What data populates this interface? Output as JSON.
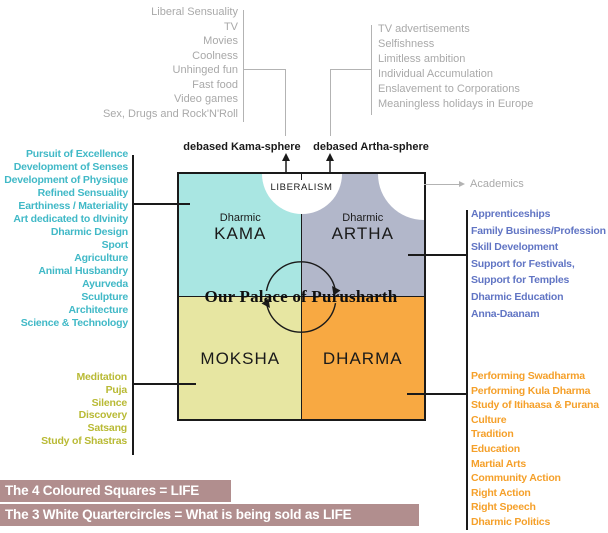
{
  "palette": {
    "kama_fill": "#a9e6e2",
    "artha_fill": "#b2b7ca",
    "moksha_fill": "#e7e6a2",
    "dharma_fill": "#f8a942",
    "kama_text": "#41b9c7",
    "artha_text": "#6175c4",
    "moksha_text": "#b9ba35",
    "dharma_text": "#f5a02a",
    "gray_text": "#a9a9a9",
    "line_black": "#1a1a1a",
    "legend_bg": "#b18e8e",
    "quartercircle_fill": "#ffffff"
  },
  "top_left_list": {
    "items": [
      "Liberal Sensuality",
      "TV",
      "Movies",
      "Coolness",
      "Unhinged fun",
      "Fast food",
      "Video games",
      "Sex, Drugs and Rock'N'Roll"
    ]
  },
  "top_right_list": {
    "items": [
      "TV advertisements",
      "Selfishness",
      "Limitless ambition",
      "Individual Accumulation",
      "Enslavement to Corporations",
      "Meaningless holidays in Europe"
    ]
  },
  "spheres": {
    "debased_kama": "debased Kama-sphere",
    "debased_artha": "debased Artha-sphere",
    "liberalism": "LIBERALISM",
    "academics": "Academics"
  },
  "square": {
    "title": "Our Palace of Purusharth",
    "quadrants": {
      "kama": {
        "prefix": "Dharmic",
        "name": "KAMA"
      },
      "artha": {
        "prefix": "Dharmic",
        "name": "ARTHA"
      },
      "moksha": {
        "name": "MOKSHA"
      },
      "dharma": {
        "name": "DHARMA"
      }
    }
  },
  "kama_list": {
    "items": [
      "Pursuit of Excellence",
      "Development of Senses",
      "Development of Physique",
      "Refined Sensuality",
      "Earthiness / Materiality",
      "Art dedicated to dIvinity",
      "Dharmic Design",
      "Sport",
      "Agriculture",
      "Animal Husbandry",
      "Ayurveda",
      "Sculpture",
      "Architecture",
      "Science & Technology"
    ]
  },
  "artha_list": {
    "items": [
      "Apprenticeships",
      "Family Business/Profession",
      "Skill Development",
      "Support for Festivals,",
      "Support for Temples",
      "Dharmic Education",
      "Anna-Daanam"
    ]
  },
  "moksha_list": {
    "items": [
      "Meditation",
      "Puja",
      "Silence",
      "Discovery",
      "Satsang",
      "Study of Shastras"
    ]
  },
  "dharma_list": {
    "items": [
      "Performing Swadharma",
      "Performing Kula Dharma",
      "Study of Itihaasa & Purana",
      "Culture",
      "Tradition",
      "Education",
      "Martial Arts",
      "Community Action",
      "Right Action",
      "Right Speech",
      "Dharmic Politics"
    ]
  },
  "legend": {
    "line1": "The 4 Coloured Squares = LIFE",
    "line2": "The 3 White Quartercircles = What is being sold as LIFE"
  }
}
